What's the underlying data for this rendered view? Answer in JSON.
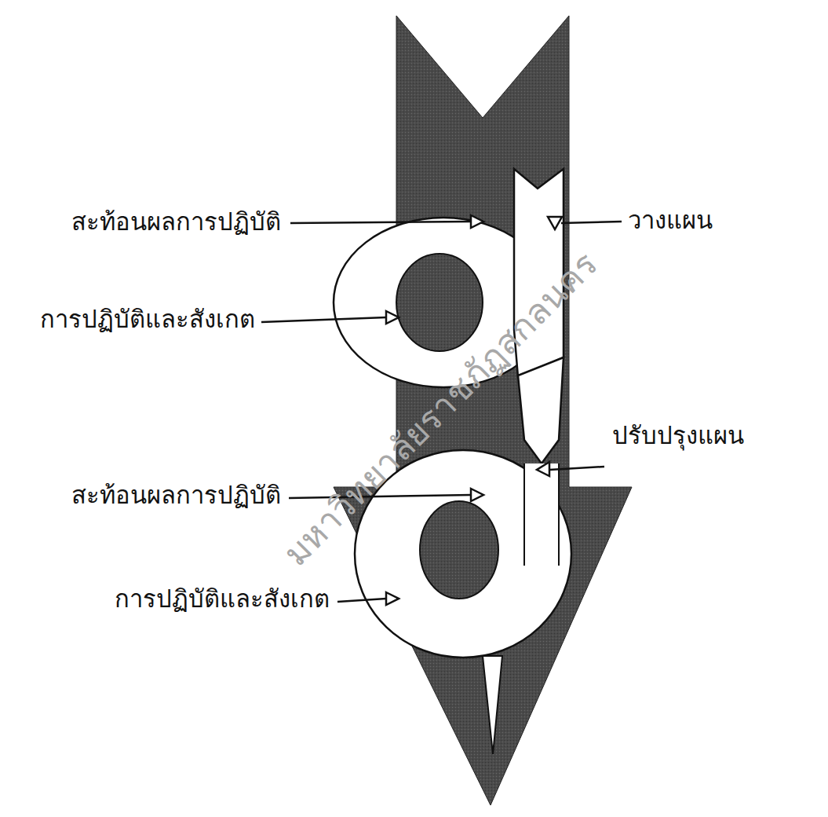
{
  "diagram": {
    "labels": [
      "สะท้อนผลการปฏิบัติ",
      "วางแผน",
      "การปฏิบัติและสังเกต",
      "ปรับปรุงแผน",
      "สะท้อนผลการปฏิบัติ",
      "การปฏิบัติและสังเกต",
      "มหาวิทยาลัยราชภัฏสกลนคร"
    ]
  }
}
